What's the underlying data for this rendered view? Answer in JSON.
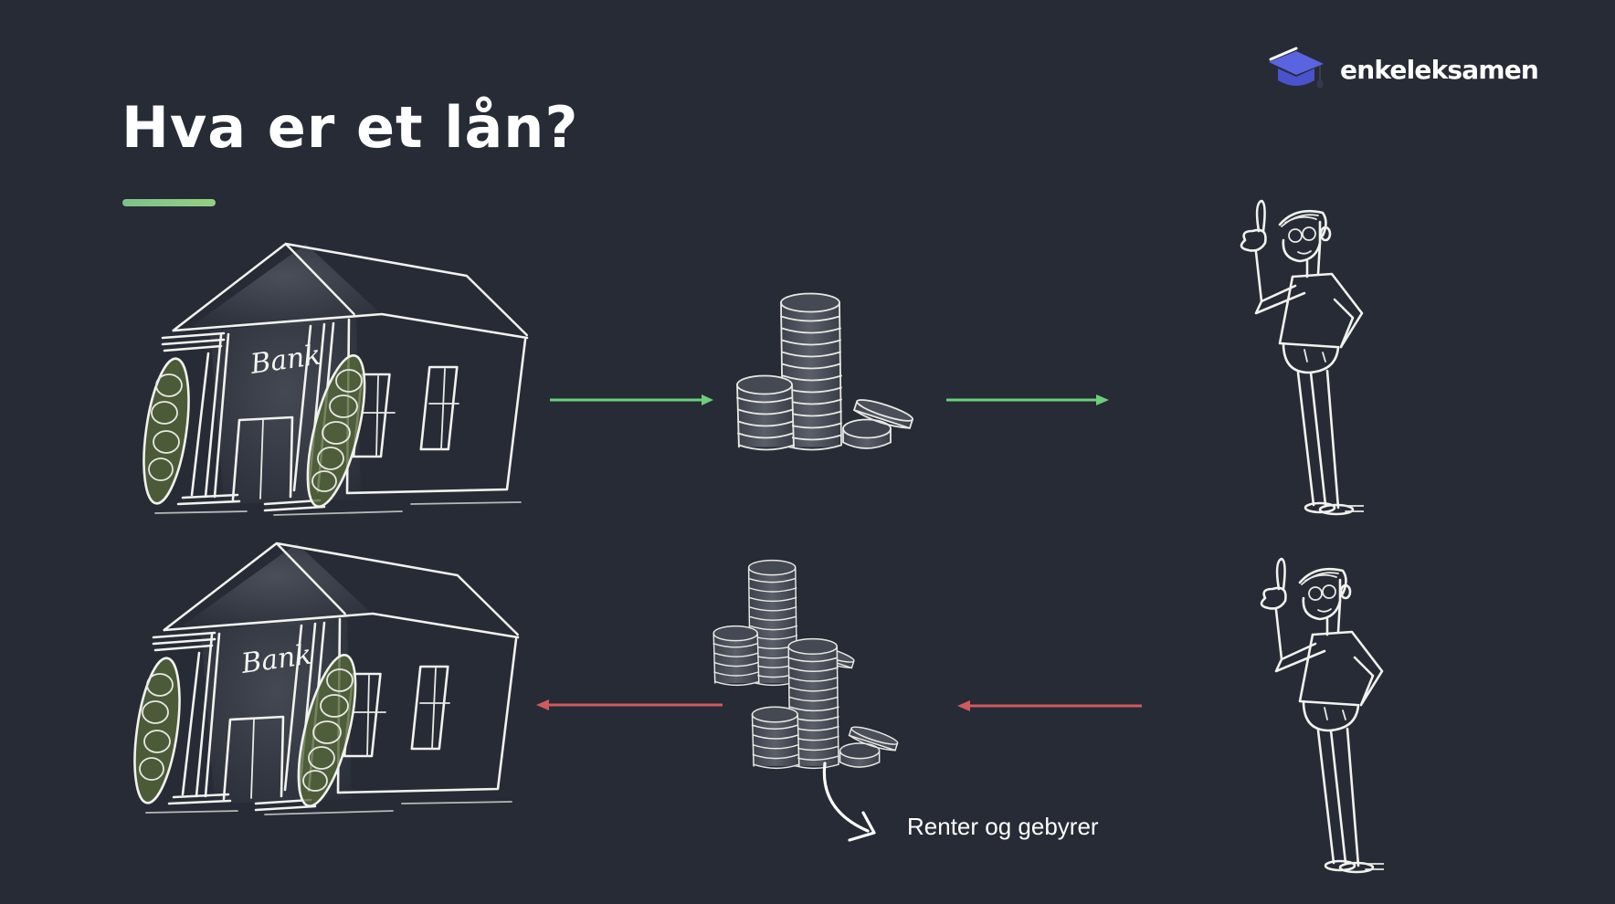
{
  "slide": {
    "title": "Hva er et lån?",
    "background_color": "#262b36",
    "accent_underline_color": "#86c487"
  },
  "logo": {
    "icon": "graduation-cap-icon",
    "icon_color": "#5a63e0",
    "text": "enkeleksamen"
  },
  "illustration": {
    "top_row": {
      "bank_label": "Bank",
      "arrows": [
        {
          "direction": "right",
          "color": "#6ccf7a",
          "from": "bank",
          "to": "coins"
        },
        {
          "direction": "right",
          "color": "#6ccf7a",
          "from": "coins",
          "to": "person"
        }
      ]
    },
    "bottom_row": {
      "bank_label": "Bank",
      "arrows": [
        {
          "direction": "left",
          "color": "#d0595e",
          "from": "coins",
          "to": "bank"
        },
        {
          "direction": "left",
          "color": "#d0595e",
          "from": "person",
          "to": "coins"
        }
      ],
      "caption": "Renter og gebyrer"
    }
  }
}
